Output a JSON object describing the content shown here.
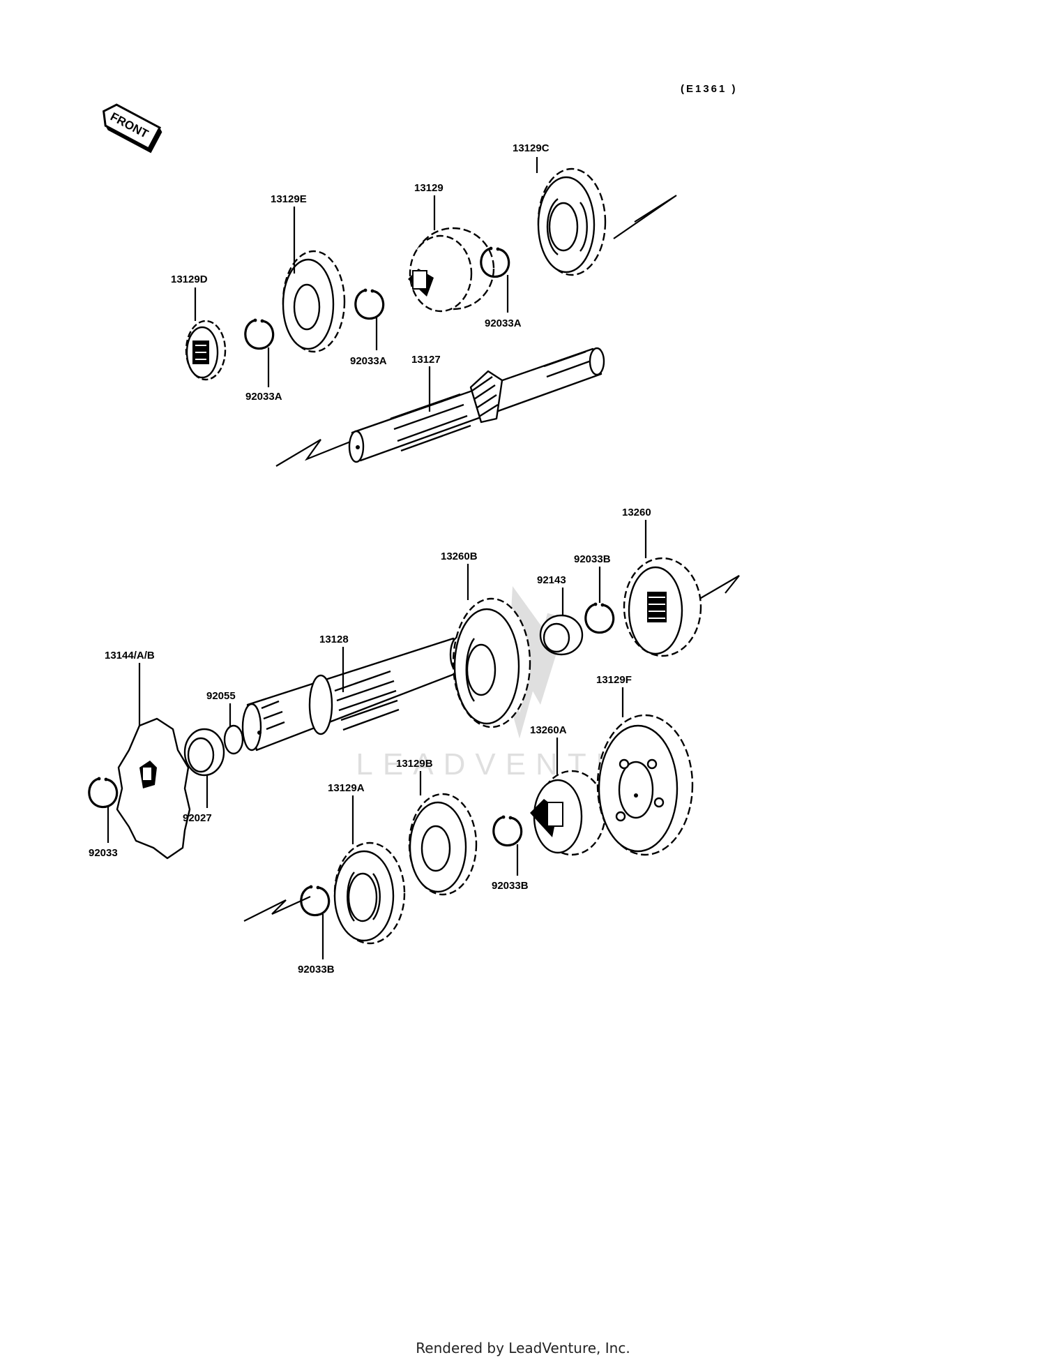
{
  "diagram_code": "(E1361 )",
  "front_label": "FRONT",
  "watermark": "LEADVENTURE",
  "footer": "Rendered by LeadVenture, Inc.",
  "parts": {
    "p13129C": "13129C",
    "p13129": "13129",
    "p13129E": "13129E",
    "p13129D": "13129D",
    "p92033A_top": "92033A",
    "p92033A_mid": "92033A",
    "p92033A_left": "92033A",
    "p13127": "13127",
    "p13260": "13260",
    "p13260B": "13260B",
    "p92033B_top": "92033B",
    "p92143": "92143",
    "p13128": "13128",
    "p13144": "13144/A/B",
    "p92055": "92055",
    "p13129F": "13129F",
    "p13260A": "13260A",
    "p13129B": "13129B",
    "p13129A": "13129A",
    "p92027": "92027",
    "p92033": "92033",
    "p92033B_mid": "92033B",
    "p92033B_bot": "92033B"
  }
}
